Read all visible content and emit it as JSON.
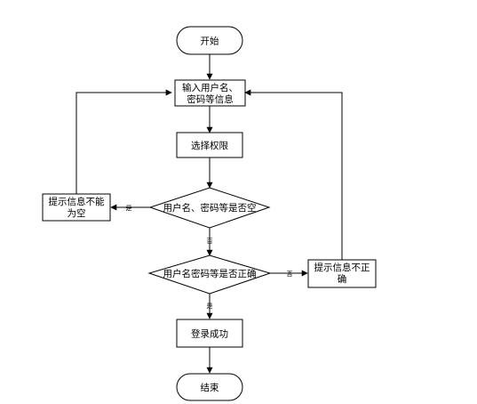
{
  "nodes": {
    "start": "开始",
    "input": [
      "输入用户名、",
      "密码等信息"
    ],
    "select": "选择权限",
    "check_empty": "用户名、密码等是否空",
    "warn_empty": [
      "提示信息不能",
      "为空"
    ],
    "check_correct": "用户名密码等是否正确",
    "warn_incorrect": [
      "提示信息不正",
      "确"
    ],
    "success": "登录成功",
    "end": "结束"
  },
  "edges": {
    "empty_yes": "是",
    "empty_no": "否",
    "correct_no": "否",
    "correct_yes": "是"
  }
}
